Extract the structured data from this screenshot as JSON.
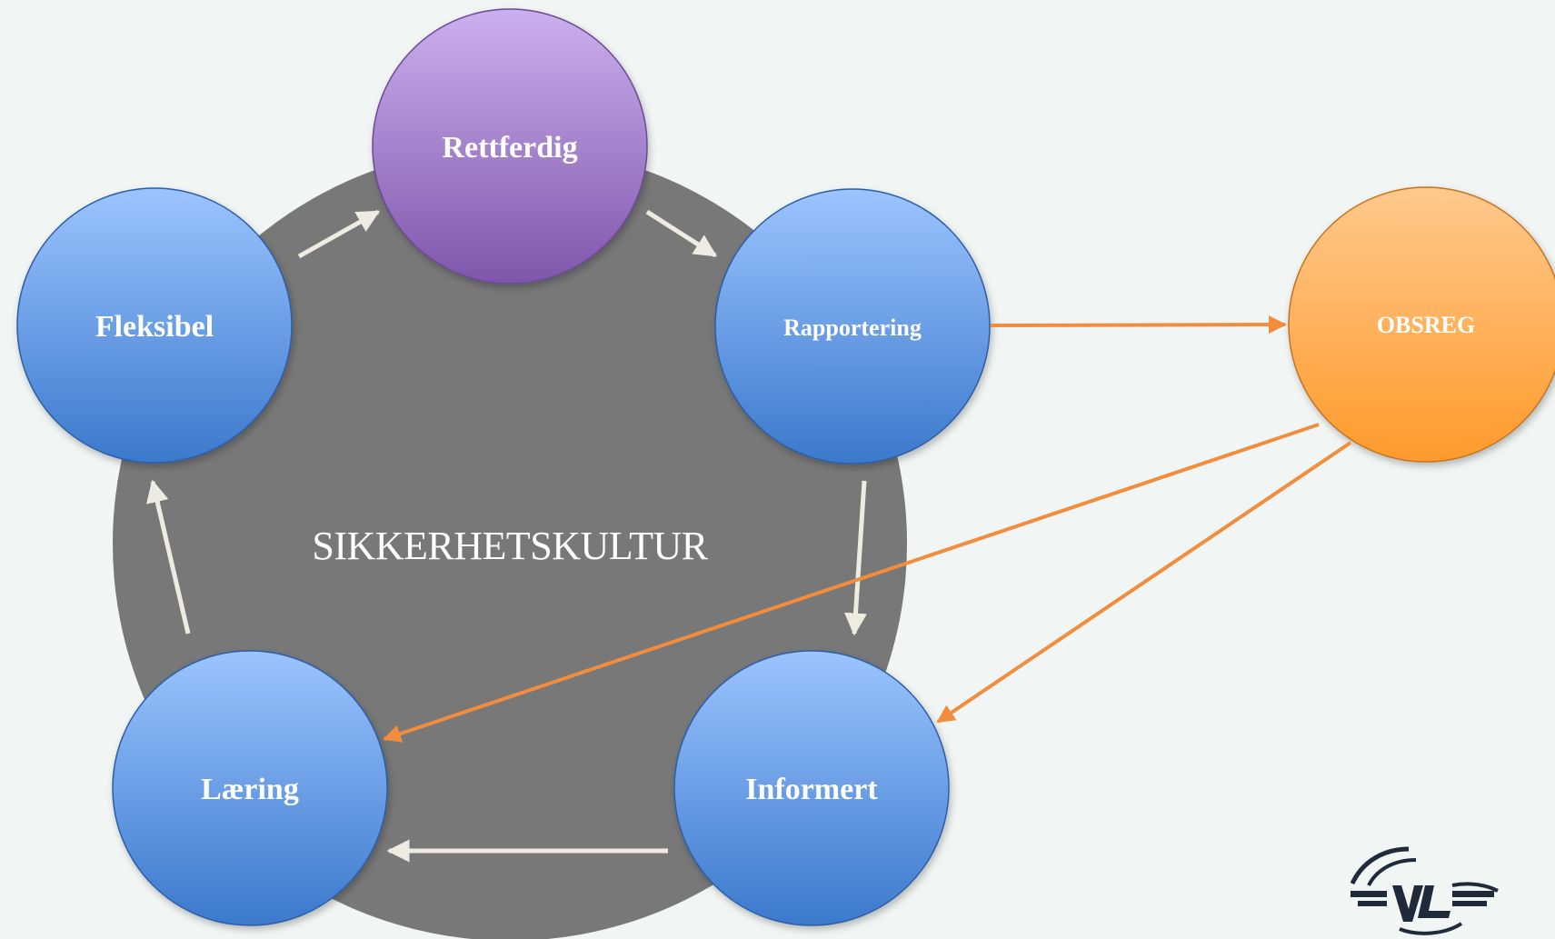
{
  "diagram": {
    "center_label": "SIKKERHETSKULTUR",
    "nodes": {
      "rettferdig": "Rettferdig",
      "rapportering": "Rapportering",
      "informert": "Informert",
      "laering": "Læring",
      "fleksibel": "Fleksibel",
      "obsreg": "OBSREG"
    },
    "edges": [
      {
        "from": "Fleksibel",
        "to": "Rettferdig"
      },
      {
        "from": "Rettferdig",
        "to": "Rapportering"
      },
      {
        "from": "Rapportering",
        "to": "Informert"
      },
      {
        "from": "Informert",
        "to": "Læring"
      },
      {
        "from": "Læring",
        "to": "Fleksibel"
      },
      {
        "from": "Rapportering",
        "to": "OBSREG"
      },
      {
        "from": "OBSREG",
        "to": "Læring"
      },
      {
        "from": "OBSREG",
        "to": "Informert"
      }
    ],
    "colors": {
      "background": "#f1f5f4",
      "hub": "#787878",
      "blue_node": "#5b8fe0",
      "purple_node": "#9a74c4",
      "orange_node": "#ffa54a",
      "cycle_arrow": "#eeece2",
      "obsreg_arrow": "#f28d3e"
    }
  },
  "logo": {
    "icon": "nl-logo-icon"
  }
}
